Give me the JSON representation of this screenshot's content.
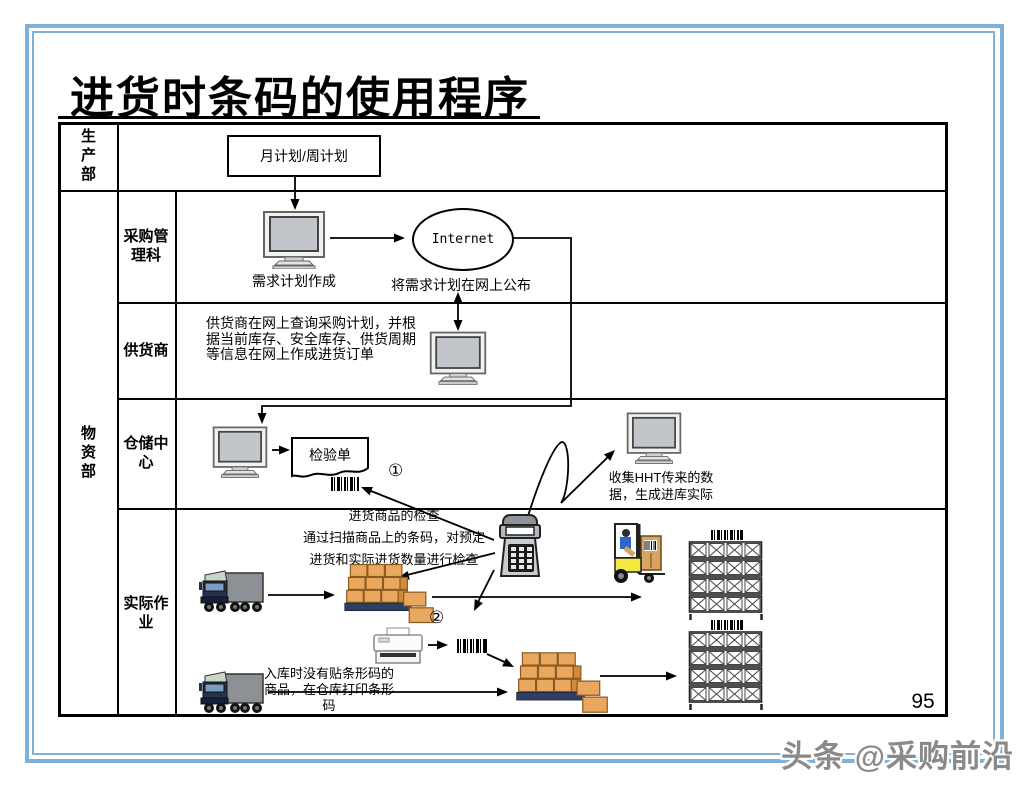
{
  "slide": {
    "title": "进货时条码的使用程序",
    "page_number": "95",
    "watermark": "头条 @采购前沿"
  },
  "colors": {
    "border_blue": "#7FB2D9",
    "box_orange": "#EAA85E",
    "forklift_yellow": "#F3EA43"
  },
  "lanes": {
    "production": "生产部",
    "materials": "物资部",
    "purchasing": "采购管理科",
    "supplier": "供货商",
    "warehouse": "仓储中心",
    "operations": "实际作业"
  },
  "nodes": {
    "plan_box": "月计划/周计划",
    "demand_plan_label": "需求计划作成",
    "internet_label": "Internet",
    "publish_label": "将需求计划在网上公布",
    "supplier_note": "供货商在网上查询采购计划，并根据当前库存、安全库存、供货周期等信息在网上作成进货订单",
    "inspection_sheet": "检验单",
    "step1_badge": "①",
    "step2_badge": "②",
    "collect_hht_note": {
      "line1": "收集HHT传来的数",
      "line2": "据，生成进库实际"
    },
    "check_note": {
      "line1": "进货商品的检查",
      "line2": "通过扫描商品上的条码，对预定",
      "line3": "进货和实际进货数量进行检查"
    },
    "print_note": "入库时没有贴条形码的商品，在仓库打印条形码"
  }
}
